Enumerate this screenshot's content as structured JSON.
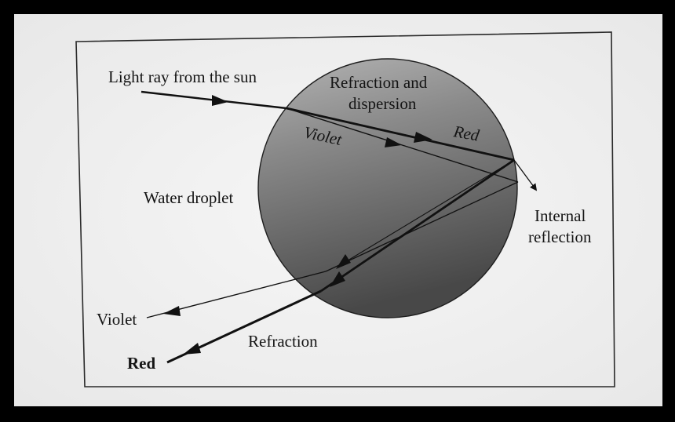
{
  "labels": {
    "light_ray": "Light ray from the sun",
    "refraction_dispersion_1": "Refraction and",
    "refraction_dispersion_2": "dispersion",
    "violet_inside": "Violet",
    "red_inside": "Red",
    "water_droplet": "Water droplet",
    "internal_reflection_1": "Internal",
    "internal_reflection_2": "reflection",
    "violet_out": "Violet",
    "red_out": "Red",
    "refraction": "Refraction"
  },
  "colors": {
    "background": "#000000",
    "paper": "#f4f4f4",
    "frame": "#2a2a2a",
    "ray": "#111111",
    "droplet_light": "#aeaeae",
    "droplet_dark": "#4a4a4a"
  }
}
